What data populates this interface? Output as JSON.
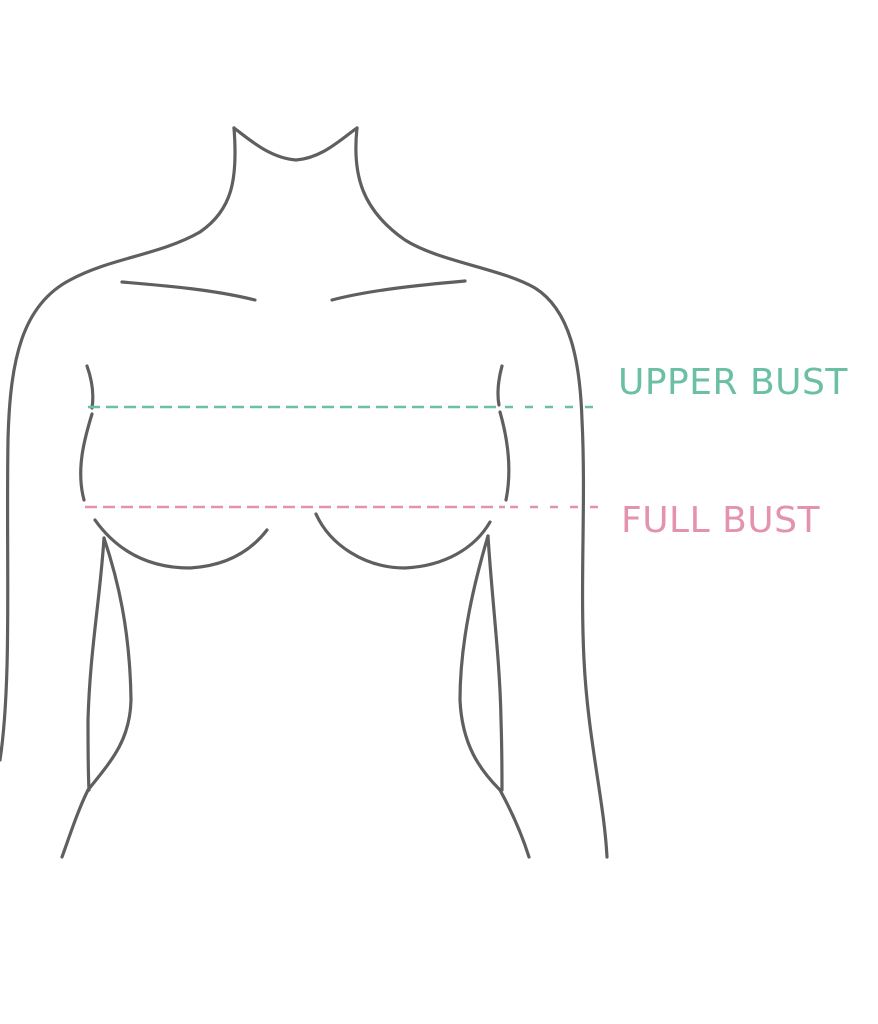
{
  "diagram": {
    "type": "bra-size-measurement-guide",
    "labels": {
      "upper_bust": "UPPER BUST",
      "full_bust": "FULL BUST"
    },
    "colors": {
      "upper_bust": "#6bbfa5",
      "full_bust": "#e393ae",
      "outline": "#5f5f5f",
      "background": "#ffffff"
    }
  }
}
